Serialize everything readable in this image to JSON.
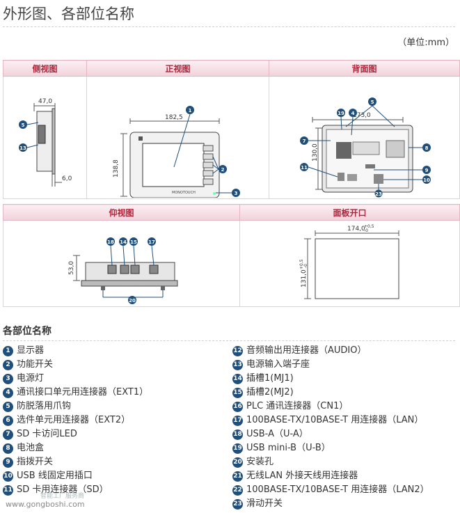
{
  "page": {
    "title": "外形图、各部位名称",
    "unit_note": "（单位:mm）"
  },
  "views_top": {
    "side": {
      "title": "侧视图",
      "dims": [
        "47,0",
        "6,0"
      ],
      "callouts": [
        "5",
        "13"
      ]
    },
    "front": {
      "title": "正视图",
      "dims": [
        "182,5",
        "138,8"
      ],
      "brand": "MONOTOUCH",
      "callouts": [
        "1",
        "2",
        "3"
      ]
    },
    "back": {
      "title": "背面图",
      "dims": [
        "173,0",
        "130,0"
      ],
      "callouts": [
        "5",
        "19",
        "4",
        "7",
        "8",
        "11",
        "9",
        "10",
        "23"
      ]
    }
  },
  "views_bottom": {
    "bottom": {
      "title": "仰视图",
      "dims": [
        "53,0"
      ],
      "callouts": [
        "18",
        "14",
        "15",
        "17",
        "20"
      ]
    },
    "cutout": {
      "title": "面板开口",
      "dims": [
        "174,0",
        "131,0"
      ]
    }
  },
  "parts": {
    "title": "各部位名称",
    "left": [
      {
        "n": "1",
        "label": "显示器"
      },
      {
        "n": "2",
        "label": "功能开关"
      },
      {
        "n": "3",
        "label": "电源灯"
      },
      {
        "n": "4",
        "label": "通讯接口单元用连接器（EXT1）"
      },
      {
        "n": "5",
        "label": "防脱落用爪钩"
      },
      {
        "n": "6",
        "label": "选件单元用连接器（EXT2）"
      },
      {
        "n": "7",
        "label": "SD 卡访问LED"
      },
      {
        "n": "8",
        "label": "电池盒"
      },
      {
        "n": "9",
        "label": "指拨开关"
      },
      {
        "n": "10",
        "label": "USB 线固定用插口"
      },
      {
        "n": "11",
        "label": "SD 卡用连接器（SD）"
      }
    ],
    "right": [
      {
        "n": "12",
        "label": "音频输出用连接器（AUDIO）"
      },
      {
        "n": "13",
        "label": "电源输入端子座"
      },
      {
        "n": "14",
        "label": "插槽1(MJ1)"
      },
      {
        "n": "15",
        "label": "插槽2(MJ2)"
      },
      {
        "n": "16",
        "label": "PLC 通讯连接器（CN1）"
      },
      {
        "n": "17",
        "label": "100BASE-TX/10BASE-T 用连接器（LAN）"
      },
      {
        "n": "18",
        "label": "USB-A（U-A）"
      },
      {
        "n": "19",
        "label": "USB mini-B（U-B）"
      },
      {
        "n": "20",
        "label": "安装孔"
      },
      {
        "n": "21",
        "label": "无线LAN 外接天线用连接器"
      },
      {
        "n": "22",
        "label": "100BASE-TX/10BASE-T 用连接器（LAN2）"
      },
      {
        "n": "23",
        "label": "滑动开关"
      }
    ]
  },
  "watermark": {
    "url": "www.gongboshi.com",
    "cn": "智能工厂服务商"
  }
}
